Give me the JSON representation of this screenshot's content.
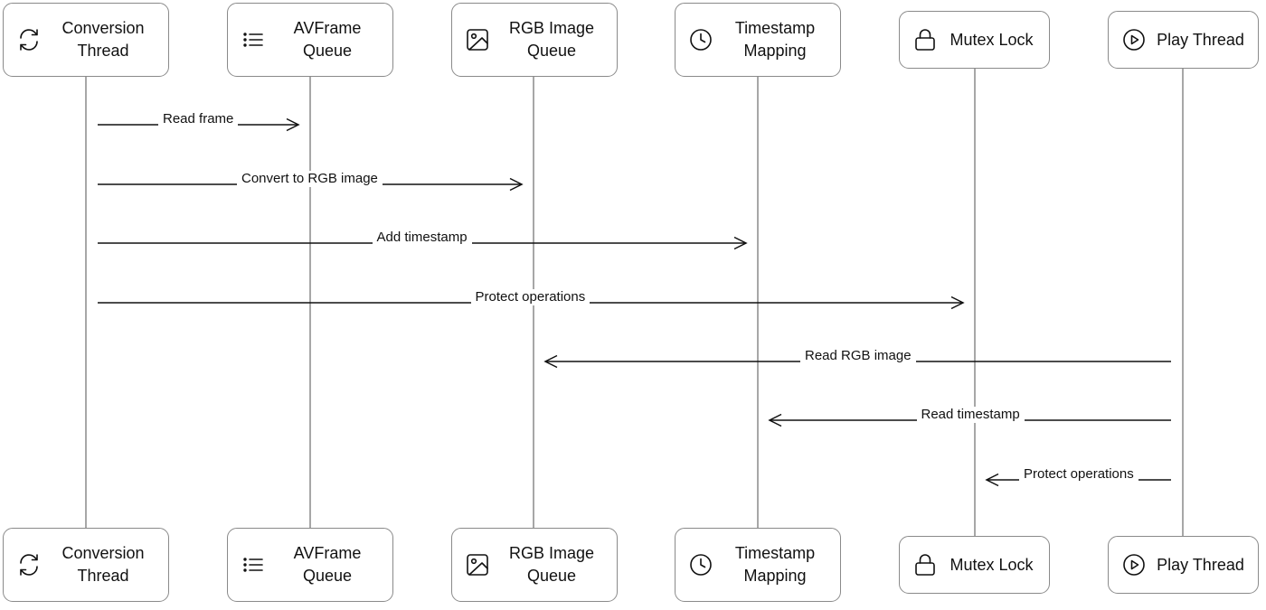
{
  "participants": [
    {
      "id": "conversion",
      "label": "Conversion\nThread",
      "icon": "refresh-icon"
    },
    {
      "id": "avframe",
      "label": "AVFrame\nQueue",
      "icon": "list-icon"
    },
    {
      "id": "rgb",
      "label": "RGB Image\nQueue",
      "icon": "image-icon"
    },
    {
      "id": "timestamp",
      "label": "Timestamp\nMapping",
      "icon": "clock-icon"
    },
    {
      "id": "mutex",
      "label": "Mutex Lock",
      "icon": "lock-icon"
    },
    {
      "id": "play",
      "label": "Play Thread",
      "icon": "play-circle-icon"
    }
  ],
  "messages": [
    {
      "from": "conversion",
      "to": "avframe",
      "label": "Read frame"
    },
    {
      "from": "conversion",
      "to": "rgb",
      "label": "Convert to RGB image"
    },
    {
      "from": "conversion",
      "to": "timestamp",
      "label": "Add timestamp"
    },
    {
      "from": "conversion",
      "to": "mutex",
      "label": "Protect operations"
    },
    {
      "from": "play",
      "to": "rgb",
      "label": "Read RGB image"
    },
    {
      "from": "play",
      "to": "timestamp",
      "label": "Read timestamp"
    },
    {
      "from": "play",
      "to": "mutex",
      "label": "Protect operations"
    }
  ],
  "colors": {
    "lifeline": "#8a8a8a",
    "arrow": "#111111",
    "box_border": "#8a8a8a"
  }
}
